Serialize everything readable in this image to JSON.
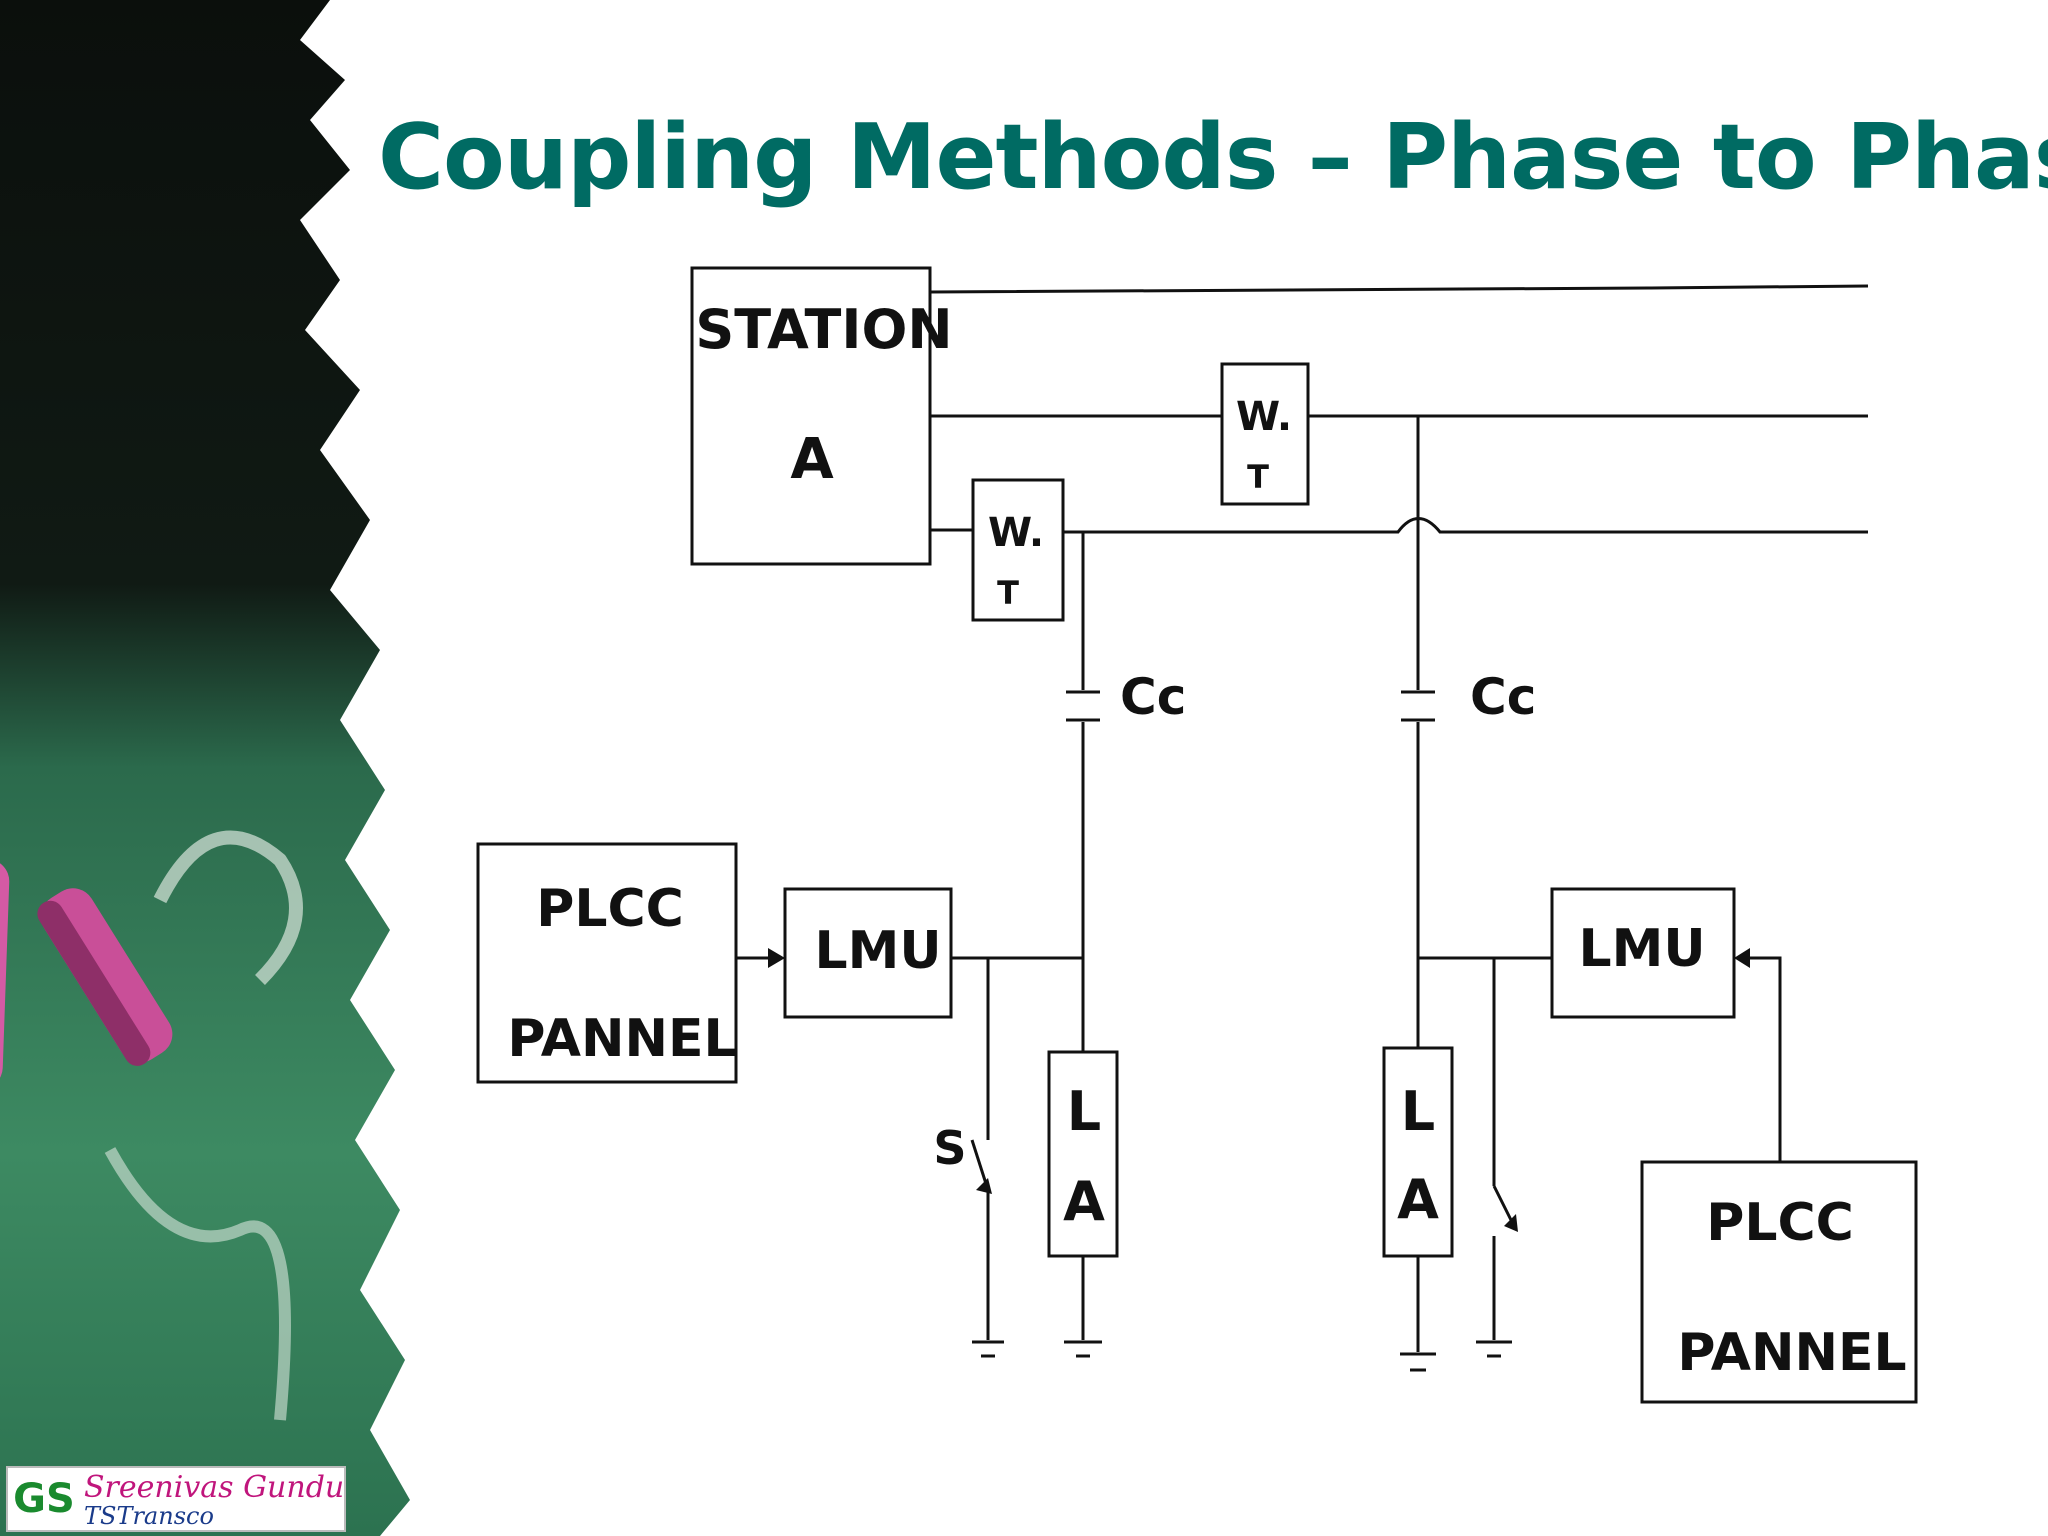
{
  "slide": {
    "title": "Coupling Methods – Phase to Phase"
  },
  "diagram": {
    "station_label_1": "STATION",
    "station_label_2": "A",
    "wave_trap_label_1": "W.",
    "wave_trap_label_2": "T",
    "coupling_capacitor_label": "Cc",
    "plcc_label_1": "PLCC",
    "plcc_label_2": "PANNEL",
    "lmu_label": "LMU",
    "lightning_arrester_label_1": "L",
    "lightning_arrester_label_2": "A",
    "switch_label": "S"
  },
  "logo": {
    "initials": "GS",
    "name": "Sreenivas Gundu",
    "org": "TSTransco"
  },
  "colors": {
    "title": "#006b63",
    "line": "#111111",
    "chalkboard": "#2f7a58"
  }
}
